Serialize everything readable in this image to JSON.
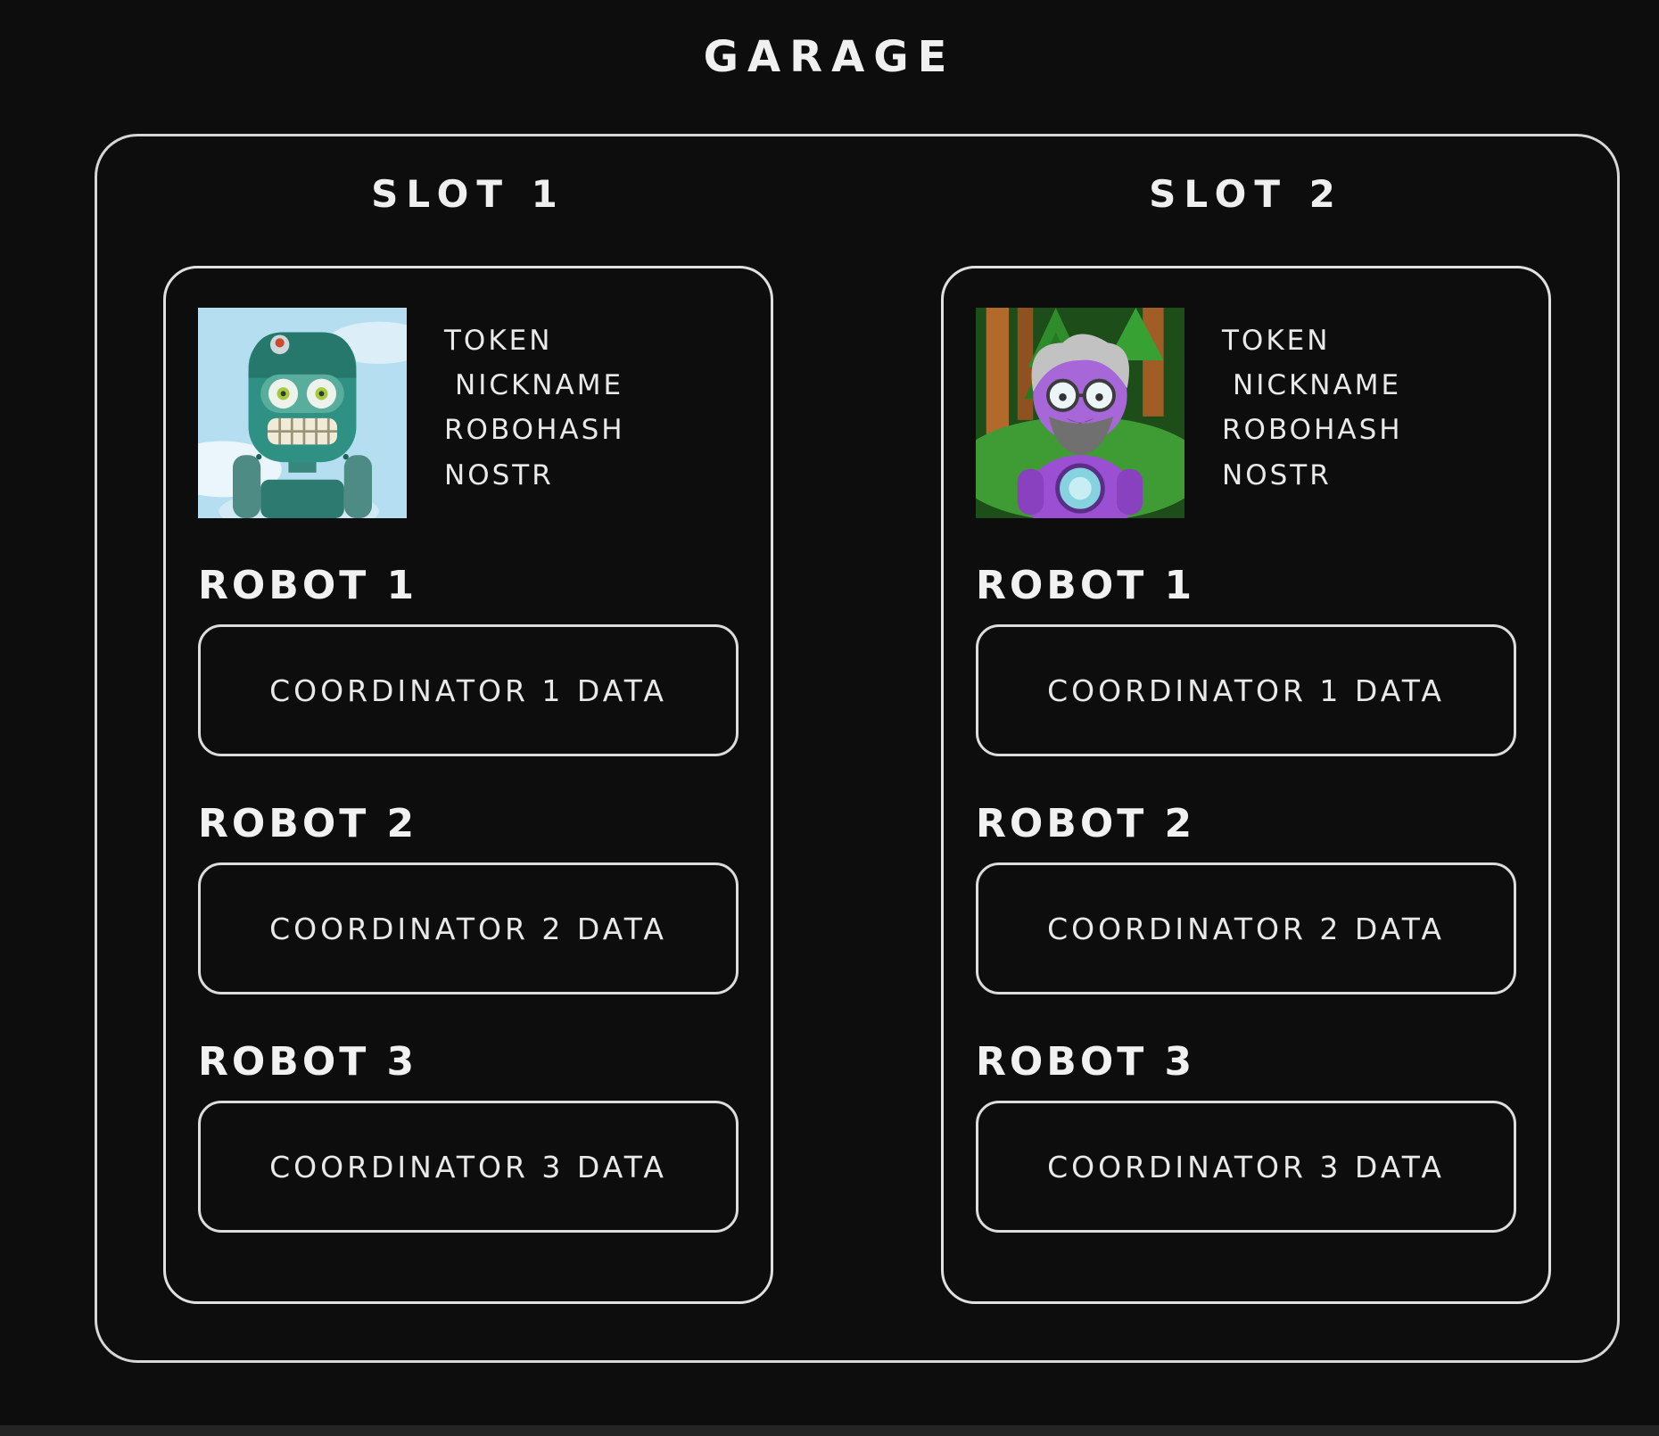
{
  "title": "GARAGE",
  "colors": {
    "background": "#0d0d0d",
    "stroke": "#dcdcdc",
    "text": "#eaeaea"
  },
  "slots": [
    {
      "label": "SLOT 1",
      "avatar_icon": "teal-robot-robohash-avatar",
      "token_fields": [
        "TOKEN",
        "NICKNAME",
        "ROBOHASH",
        "NOSTR"
      ],
      "robots": [
        {
          "label": "ROBOT 1",
          "data": "COORDINATOR 1 DATA"
        },
        {
          "label": "ROBOT 2",
          "data": "COORDINATOR 2 DATA"
        },
        {
          "label": "ROBOT 3",
          "data": "COORDINATOR 3 DATA"
        }
      ]
    },
    {
      "label": "SLOT 2",
      "avatar_icon": "purple-robot-robohash-avatar",
      "token_fields": [
        "TOKEN",
        "NICKNAME",
        "ROBOHASH",
        "NOSTR"
      ],
      "robots": [
        {
          "label": "ROBOT 1",
          "data": "COORDINATOR 1 DATA"
        },
        {
          "label": "ROBOT 2",
          "data": "COORDINATOR 2 DATA"
        },
        {
          "label": "ROBOT 3",
          "data": "COORDINATOR 3 DATA"
        }
      ]
    }
  ]
}
